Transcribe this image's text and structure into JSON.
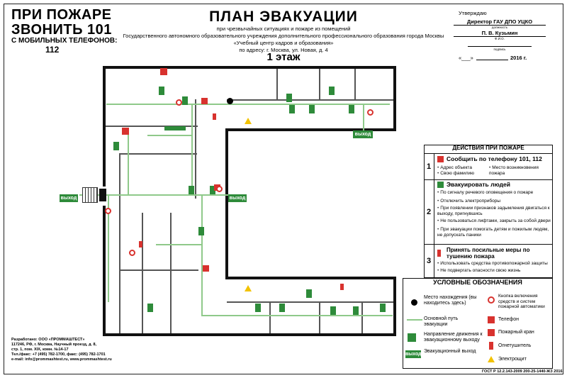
{
  "header": {
    "fire_line1": "ПРИ ПОЖАРЕ",
    "fire_line2": "ЗВОНИТЬ 101",
    "fire_line3": "С МОБИЛЬНЫХ ТЕЛЕФОНОВ:",
    "fire_line4": "112",
    "title": "ПЛАН ЭВАКУАЦИИ",
    "subtitle_1": "при чрезвычайных ситуациях и пожаре из помещений",
    "subtitle_2": "Государственного автономного образовательного учреждения дополнительного профессионального образования города Москвы",
    "subtitle_3": "«Учебный центр кадров и образования»",
    "subtitle_4": "по адресу: г. Москва, ул. Новая, д. 4",
    "floor": "1 этаж"
  },
  "approval": {
    "label": "Утверждаю",
    "position": "Директор ГАУ ДПО УЦКО",
    "position_caption": "должность",
    "name": "П. В. Кузьмин",
    "name_caption": "Ф.И.О.",
    "sign_caption": "подпись",
    "date_prefix": "«___»",
    "year": "2016 г."
  },
  "plan": {
    "exit_label": "выход"
  },
  "actions": {
    "title": "ДЕЙСТВИЯ ПРИ ПОЖАРЕ",
    "rows": [
      {
        "num": "1",
        "heading": "Сообщить по телефону 101, 112",
        "items": [
          "Адрес объекта",
          "Свою фамилию",
          "Место возникновения пожара"
        ]
      },
      {
        "num": "2",
        "heading": "Эвакуировать людей",
        "items": [
          "По сигналу речевого оповещения о пожаре",
          "Отключить электроприборы",
          "При появлении признаков задымления двигаться к выходу, пригнувшись",
          "Не пользоваться лифтами, закрыть за собой двери",
          "При эвакуации помогать детям и пожилым людям, не допускать паники"
        ]
      },
      {
        "num": "3",
        "heading": "Принять посильные меры по тушению пожара",
        "items": [
          "Использовать средства противопожарной защиты",
          "Не подвергать опасности свою жизнь"
        ]
      }
    ]
  },
  "legend": {
    "title": "УСЛОВНЫЕ ОБОЗНАЧЕНИЯ",
    "items": {
      "you_are_here": "Место нахождения (вы находитесь здесь)",
      "main_route": "Основной путь эвакуации",
      "direction": "Направление движения к эвакуационному выходу",
      "exit": "Эвакуационный выход",
      "alarm_button": "Кнопка включения средств и систем пожарной автоматики",
      "phone": "Телефон",
      "hydrant": "Пожарный кран",
      "extinguisher": "Огнетушитель",
      "electric_shield": "Электрощит"
    }
  },
  "footer": {
    "developer": "Разработано: ООО «ПРОММАШТЕСТ»",
    "line2": "117246, РФ, г. Москва, Научный проезд, д. 8,",
    "line3": "стр. 1, пом. XIX, комн. №14-17",
    "line4": "Тел./факс: +7 (495) 782-1700, факс: (495) 782-1701",
    "line5": "e-mail: info@prommashtest.ru, www.prommashtest.ru",
    "standard": "ГОСТ Р 12.2.143-2009 200-25-1440-ЖЗ 2016"
  },
  "colors": {
    "route": "#8fc98a",
    "exit_green": "#2e8b3a",
    "fire_red": "#d8322e",
    "wall": "#111111"
  }
}
